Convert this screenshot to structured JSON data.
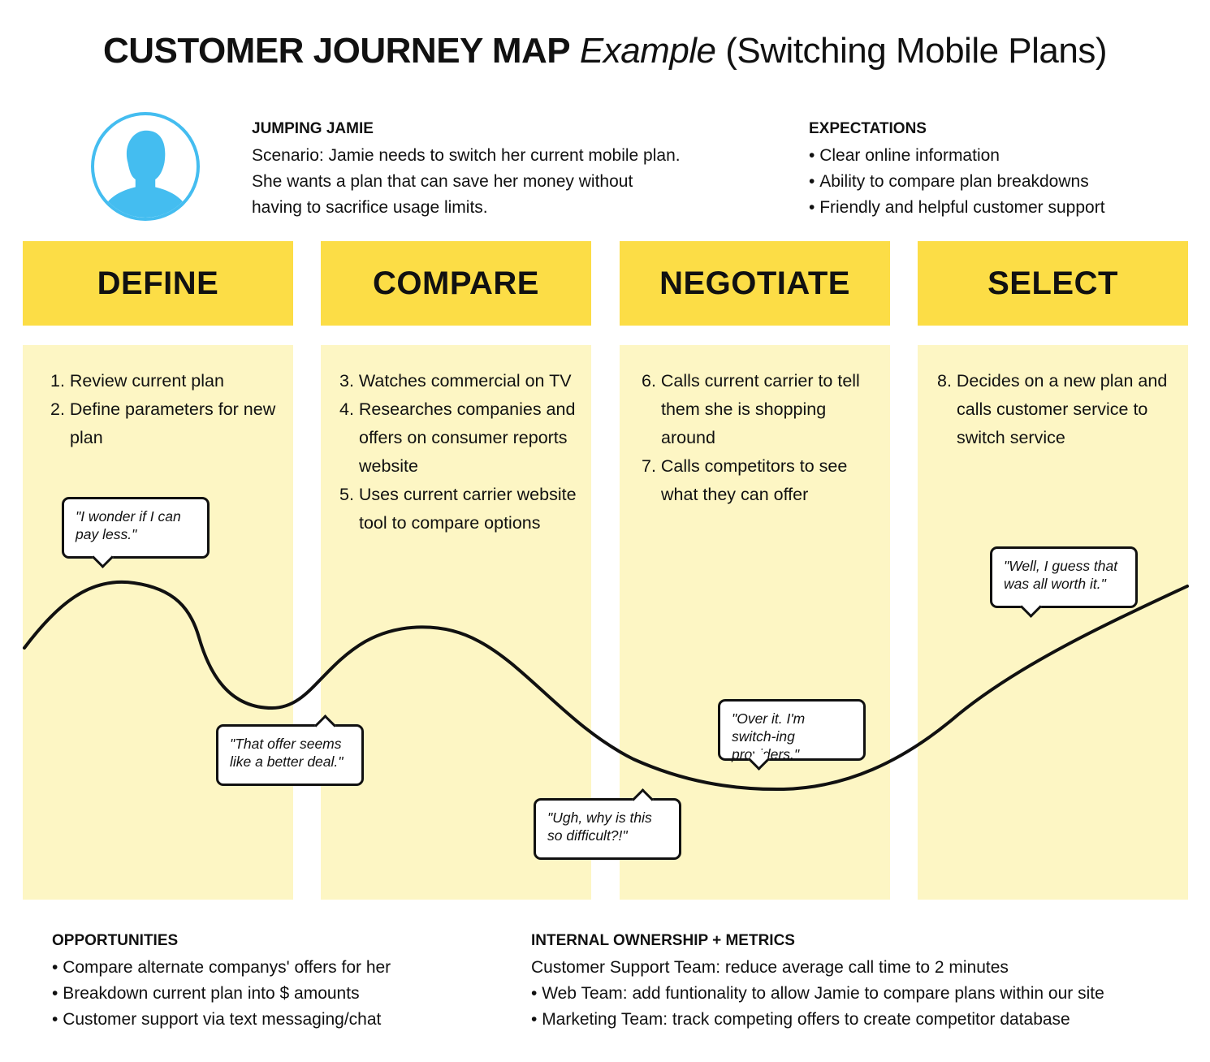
{
  "title": {
    "bold": "CUSTOMER JOURNEY MAP",
    "italic": "Example",
    "rest": "(Switching Mobile Plans)"
  },
  "persona": {
    "name": "JUMPING JAMIE",
    "scenario_lines": [
      "Scenario: Jamie needs to switch her current mobile plan.",
      "She wants a plan that can save her money without",
      "having to sacrifice usage limits."
    ]
  },
  "expectations": {
    "heading": "EXPECTATIONS",
    "items": [
      "Clear online information",
      "Ability to compare plan breakdowns",
      "Friendly and helpful customer support"
    ]
  },
  "stages": [
    {
      "title": "DEFINE",
      "steps": [
        "1. Review current plan",
        "2. Define parameters for new plan"
      ]
    },
    {
      "title": "COMPARE",
      "steps": [
        "3. Watches commercial on TV",
        "4. Researches companies and offers on consumer reports website",
        "5. Uses current carrier website tool to compare options"
      ]
    },
    {
      "title": "NEGOTIATE",
      "steps": [
        "6. Calls current carrier to tell them she is shopping around",
        "7. Calls competitors to see what they can offer"
      ]
    },
    {
      "title": "SELECT",
      "steps": [
        "8. Decides on a new plan and calls customer service to switch service"
      ]
    }
  ],
  "quotes": [
    "\"I wonder if I can pay less.\"",
    "\"That offer seems like a better deal.\"",
    "\"Ugh, why is this so difficult?!\"",
    "\"Over it. I'm switch-ing providers.\"",
    "\"Well, I guess that was all worth it.\""
  ],
  "opportunities": {
    "heading": "OPPORTUNITIES",
    "items": [
      "Compare alternate companys' offers for her",
      "Breakdown current plan into $ amounts",
      "Customer support via text messaging/chat"
    ]
  },
  "ownership": {
    "heading": "INTERNAL OWNERSHIP + METRICS",
    "lead": "Customer Support Team: reduce average call time to 2 minutes",
    "items": [
      "Web Team: add funtionality to allow Jamie to compare plans within our site",
      "Marketing Team: track competing offers to create competitor database"
    ]
  },
  "colors": {
    "header_yellow": "#fcdd46",
    "column_yellow": "#fdf6c4",
    "avatar_blue": "#44bdf0"
  },
  "icons": {
    "avatar": "person-silhouette-icon"
  }
}
